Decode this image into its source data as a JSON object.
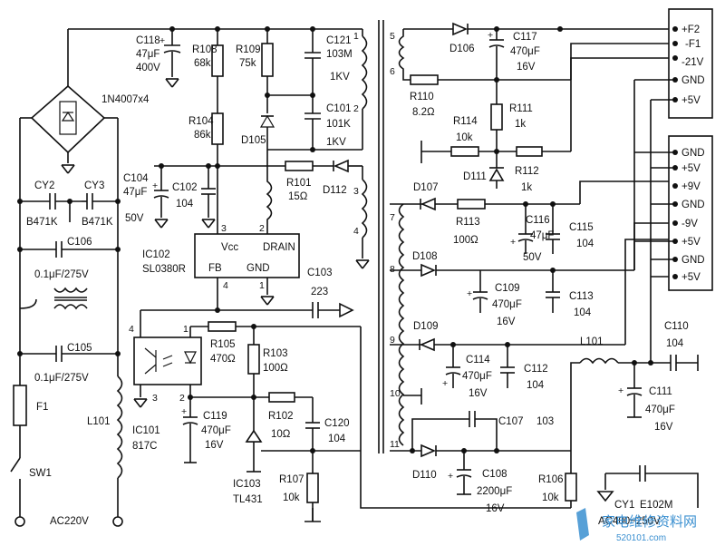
{
  "components": {
    "c118": {
      "ref": "C118",
      "value": "47μF",
      "rating": "400V"
    },
    "r108": {
      "ref": "R108",
      "value": "68k"
    },
    "r109": {
      "ref": "R109",
      "value": "75k"
    },
    "c121": {
      "ref": "C121",
      "value": "103M",
      "rating": "1KV"
    },
    "c101": {
      "ref": "C101",
      "value": "101K",
      "rating": "1KV"
    },
    "r104": {
      "ref": "R104",
      "value": "86k"
    },
    "d105": {
      "ref": "D105"
    },
    "bridge": {
      "label": "1N4007x4"
    },
    "cy2": {
      "ref": "CY2"
    },
    "cy3": {
      "ref": "CY3"
    },
    "b471k_a": {
      "value": "B471K"
    },
    "b471k_b": {
      "value": "B471K"
    },
    "c106": {
      "ref": "C106",
      "value": "0.1μF/275V"
    },
    "c105": {
      "ref": "C105",
      "value": "0.1μF/275V"
    },
    "f1": {
      "ref": "F1"
    },
    "sw1": {
      "ref": "SW1"
    },
    "l101_left": {
      "ref": "L101"
    },
    "ac_in": {
      "label": "AC220V"
    },
    "c104": {
      "ref": "C104",
      "value": "47μF",
      "rating": "50V"
    },
    "c102": {
      "ref": "C102",
      "value": "104"
    },
    "r101": {
      "ref": "R101",
      "value": "15Ω"
    },
    "d112": {
      "ref": "D112"
    },
    "ic102": {
      "ref": "IC102",
      "part": "SL0380R",
      "pin_vcc": "Vcc",
      "pin_drain": "DRAIN",
      "pin_fb": "FB",
      "pin_gnd": "GND",
      "p3": "3",
      "p2": "2",
      "p4": "4",
      "p1": "1"
    },
    "c103": {
      "ref": "C103",
      "value": "223"
    },
    "ic101": {
      "ref": "IC101",
      "part": "817C",
      "p4": "4",
      "p1": "1",
      "p3": "3",
      "p2": "2"
    },
    "r105": {
      "ref": "R105",
      "value": "470Ω"
    },
    "r103": {
      "ref": "R103",
      "value": "100Ω"
    },
    "c119": {
      "ref": "C119",
      "value": "470μF",
      "rating": "16V"
    },
    "r102": {
      "ref": "R102",
      "value": "10Ω"
    },
    "c120": {
      "ref": "C120",
      "value": "104"
    },
    "ic103": {
      "ref": "IC103",
      "part": "TL431"
    },
    "r107": {
      "ref": "R107",
      "value": "10k"
    },
    "d106": {
      "ref": "D106"
    },
    "c117": {
      "ref": "C117",
      "value": "470μF",
      "rating": "16V"
    },
    "r110": {
      "ref": "R110",
      "value": "8.2Ω"
    },
    "r111": {
      "ref": "R111",
      "value": "1k"
    },
    "r114": {
      "ref": "R114",
      "value": "10k"
    },
    "d111": {
      "ref": "D111"
    },
    "r112": {
      "ref": "R112",
      "value": "1k"
    },
    "d107": {
      "ref": "D107"
    },
    "r113": {
      "ref": "R113",
      "value": "100Ω"
    },
    "c116": {
      "ref": "C116",
      "value": "47μF",
      "rating": "50V"
    },
    "c115": {
      "ref": "C115",
      "value": "104"
    },
    "d108": {
      "ref": "D108"
    },
    "c109": {
      "ref": "C109",
      "value": "470μF",
      "rating": "16V"
    },
    "c113": {
      "ref": "C113",
      "value": "104"
    },
    "d109": {
      "ref": "D109"
    },
    "c114": {
      "ref": "C114",
      "value": "470μF",
      "rating": "16V"
    },
    "c112": {
      "ref": "C112",
      "value": "104"
    },
    "l101_right": {
      "ref": "L101"
    },
    "c110": {
      "ref": "C110",
      "value": "104"
    },
    "c111": {
      "ref": "C111",
      "value": "470μF",
      "rating": "16V"
    },
    "c107": {
      "ref": "C107",
      "value": "103"
    },
    "d110": {
      "ref": "D110"
    },
    "c108": {
      "ref": "C108",
      "value": "2200μF",
      "rating": "16V"
    },
    "r106": {
      "ref": "R106",
      "value": "10k"
    },
    "cy1": {
      "ref": "CY1",
      "value": "E102M",
      "rating": "AC400~250V"
    }
  },
  "transformer_pins": [
    "1",
    "2",
    "3",
    "4",
    "5",
    "6",
    "7",
    "8",
    "9",
    "10",
    "11"
  ],
  "connector_a": {
    "pins": [
      "+F2",
      "-F1",
      "-21V",
      "GND",
      "+5V"
    ]
  },
  "connector_b": {
    "pins": [
      "GND",
      "+5V",
      "+9V",
      "GND",
      "-9V",
      "+5V",
      "GND",
      "+5V"
    ]
  },
  "watermark": {
    "text": "家电维修资料网",
    "url": "520101.com"
  }
}
